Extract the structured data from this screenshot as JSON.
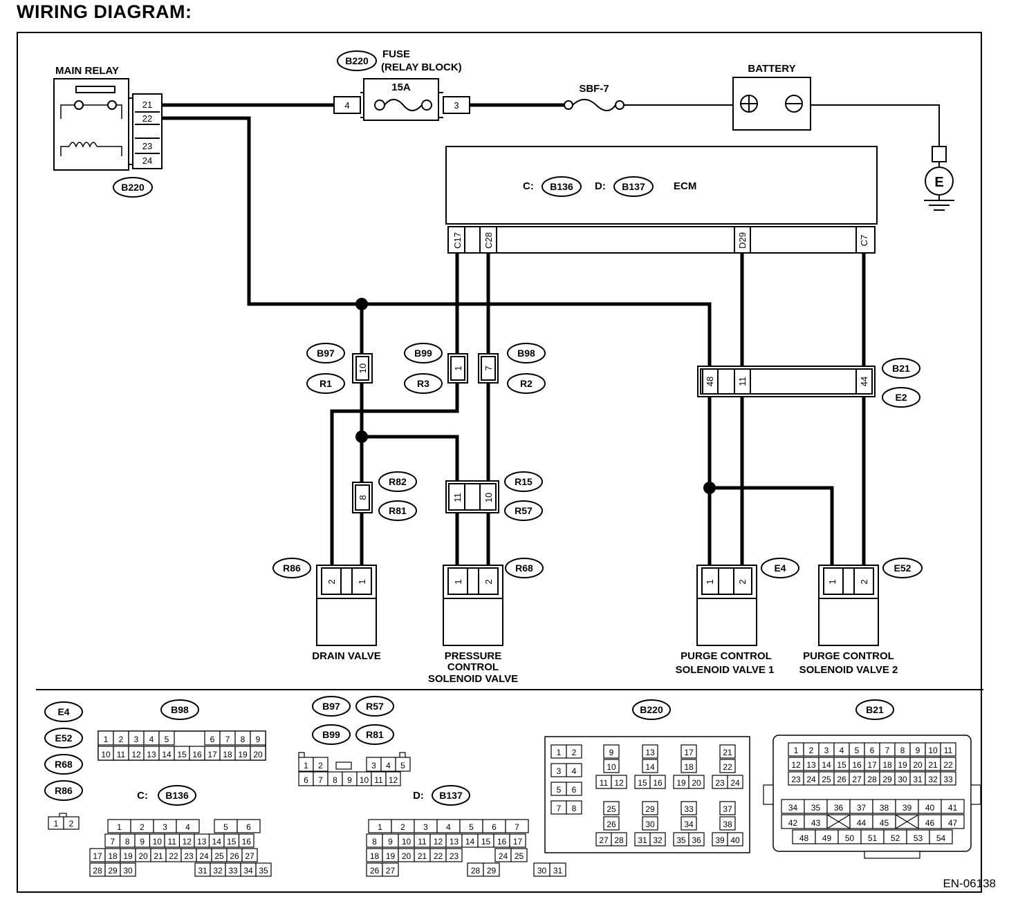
{
  "header": {
    "title": "WIRING DIAGRAM:"
  },
  "figure_id": "EN-06138",
  "components": {
    "main_relay": {
      "label": "MAIN RELAY",
      "connector": "B220",
      "pins": [
        "21",
        "22",
        "23",
        "24"
      ]
    },
    "fuse": {
      "label_line1": "FUSE",
      "label_line2": "(RELAY BLOCK)",
      "connector": "B220",
      "rating": "15A",
      "pin_in": "4",
      "pin_out": "3"
    },
    "sbf": {
      "label": "SBF-7"
    },
    "battery": {
      "label": "BATTERY"
    },
    "ground": {
      "label": "E"
    },
    "ecm": {
      "label": "ECM",
      "c_prefix": "C:",
      "c_connector": "B136",
      "d_prefix": "D:",
      "d_connector": "B137",
      "pins": [
        "C17",
        "C28",
        "D29",
        "C7"
      ]
    },
    "drain_valve": {
      "label": "DRAIN VALVE",
      "connector": "R86",
      "pins": [
        "2",
        "1"
      ]
    },
    "pressure_valve": {
      "label_line1": "PRESSURE",
      "label_line2": "CONTROL",
      "label_line3": "SOLENOID VALVE",
      "connector": "R68",
      "pins": [
        "1",
        "2"
      ]
    },
    "purge_valve_1": {
      "label_line1": "PURGE CONTROL",
      "label_line2": "SOLENOID VALVE 1",
      "connector": "E4",
      "pins": [
        "1",
        "2"
      ]
    },
    "purge_valve_2": {
      "label_line1": "PURGE CONTROL",
      "label_line2": "SOLENOID VALVE 2",
      "connector": "E52",
      "pins": [
        "1",
        "2"
      ]
    }
  },
  "inline_connectors": {
    "b97_r1": {
      "top": "B97",
      "bottom": "R1",
      "pin": "10"
    },
    "b99_r3": {
      "top": "B99",
      "bottom": "R3",
      "pin": "1"
    },
    "b98_r2": {
      "top": "B98",
      "bottom": "R2",
      "pin": "7"
    },
    "b21_e2": {
      "top": "B21",
      "bottom": "E2",
      "pins": [
        "48",
        "11",
        "44"
      ]
    },
    "r82_r81": {
      "top": "R82",
      "bottom": "R81",
      "pin": "8"
    },
    "r15_r57": {
      "top": "R15",
      "bottom": "R57",
      "pins": [
        "11",
        "10"
      ]
    }
  },
  "legend": {
    "two_pin_group": [
      "E4",
      "E52",
      "R68",
      "R86"
    ],
    "two_pin": [
      "1",
      "2"
    ],
    "b98": {
      "label": "B98",
      "row1": [
        "1",
        "2",
        "3",
        "4",
        "5",
        "",
        "6",
        "7",
        "8",
        "9"
      ],
      "row2": [
        "10",
        "11",
        "12",
        "13",
        "14",
        "15",
        "16",
        "17",
        "18",
        "19",
        "20"
      ]
    },
    "b97_group": [
      "B97",
      "R57",
      "B99",
      "R81"
    ],
    "b97": {
      "row1": [
        "1",
        "2",
        "",
        "3",
        "4",
        "5"
      ],
      "row2": [
        "6",
        "7",
        "8",
        "9",
        "10",
        "11",
        "12"
      ]
    },
    "b136": {
      "prefix": "C:",
      "label": "B136",
      "row1": [
        "1",
        "2",
        "3",
        "4",
        "",
        "5",
        "6"
      ],
      "row2": [
        "7",
        "8",
        "9",
        "10",
        "11",
        "12",
        "13",
        "14",
        "15",
        "16"
      ],
      "row3": [
        "17",
        "18",
        "19",
        "20",
        "21",
        "22",
        "23",
        "24",
        "25",
        "26",
        "27"
      ],
      "row4": [
        "28",
        "29",
        "30",
        "",
        "",
        "31",
        "32",
        "33",
        "34",
        "35"
      ]
    },
    "b137": {
      "prefix": "D:",
      "label": "B137",
      "row1": [
        "1",
        "2",
        "3",
        "4",
        "5",
        "6",
        "7"
      ],
      "row2": [
        "8",
        "9",
        "10",
        "11",
        "12",
        "13",
        "14",
        "15",
        "16",
        "17"
      ],
      "row3": [
        "18",
        "19",
        "20",
        "21",
        "22",
        "23",
        "",
        "24",
        "25"
      ],
      "row4": [
        "26",
        "27",
        "",
        "",
        "28",
        "29",
        "",
        "30",
        "31"
      ]
    },
    "b220": {
      "label": "B220",
      "pins": [
        "1",
        "2",
        "3",
        "4",
        "5",
        "6",
        "7",
        "8",
        "9",
        "10",
        "11",
        "12",
        "13",
        "14",
        "15",
        "16",
        "17",
        "18",
        "19",
        "20",
        "21",
        "22",
        "23",
        "24",
        "25",
        "26",
        "27",
        "28",
        "29",
        "30",
        "31",
        "32",
        "33",
        "34",
        "35",
        "36",
        "37",
        "38",
        "39",
        "40"
      ]
    },
    "b21": {
      "label": "B21",
      "row1": [
        "1",
        "2",
        "3",
        "4",
        "5",
        "6",
        "7",
        "8",
        "9",
        "10",
        "11"
      ],
      "row2": [
        "12",
        "13",
        "14",
        "15",
        "16",
        "17",
        "18",
        "19",
        "20",
        "21",
        "22"
      ],
      "row3": [
        "23",
        "24",
        "25",
        "26",
        "27",
        "28",
        "29",
        "30",
        "31",
        "32",
        "33"
      ],
      "row4": [
        "34",
        "35",
        "36",
        "37",
        "38",
        "39",
        "40",
        "41"
      ],
      "row5": [
        "42",
        "43",
        "44",
        "45",
        "46",
        "47"
      ],
      "row6": [
        "48",
        "49",
        "50",
        "51",
        "52",
        "53",
        "54"
      ]
    }
  }
}
